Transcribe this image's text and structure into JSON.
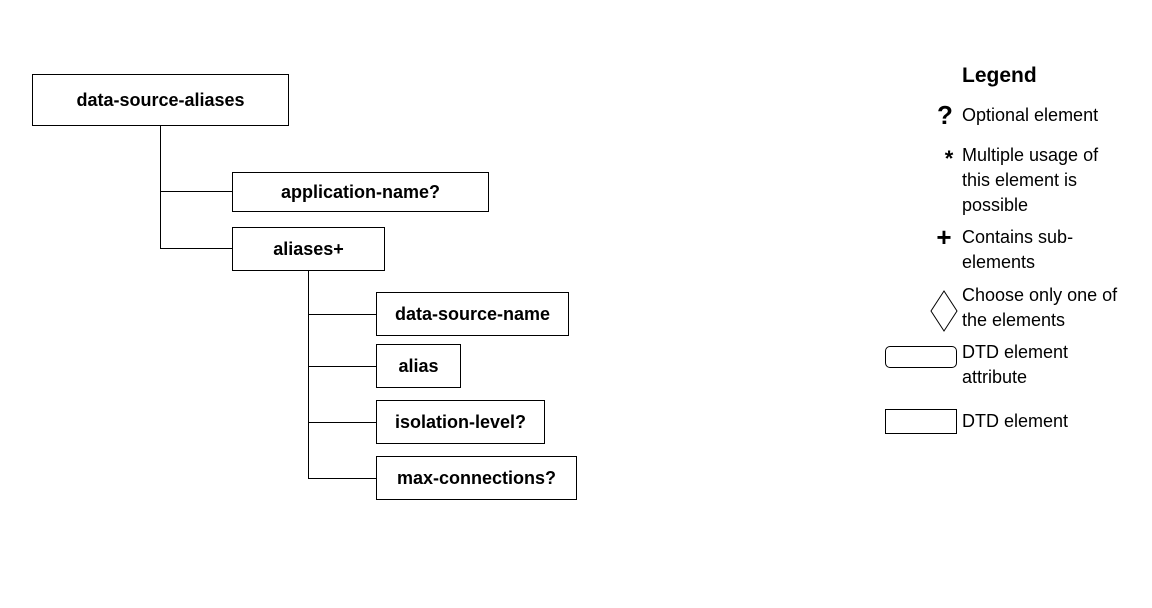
{
  "tree": {
    "root": "data-source-aliases",
    "application_name": "application-name?",
    "aliases": "aliases+",
    "data_source_name": "data-source-name",
    "alias": "alias",
    "isolation_level": "isolation-level?",
    "max_connections": "max-connections?"
  },
  "legend": {
    "title": "Legend",
    "optional_symbol": "?",
    "optional_text": "Optional element",
    "multiple_symbol": "*",
    "multiple_text": "Multiple usage of this element is possible",
    "contains_symbol": "+",
    "contains_text": "Contains sub-elements",
    "choose_text": "Choose only one of the elements",
    "attribute_text": "DTD element attribute",
    "element_text": "DTD element"
  }
}
